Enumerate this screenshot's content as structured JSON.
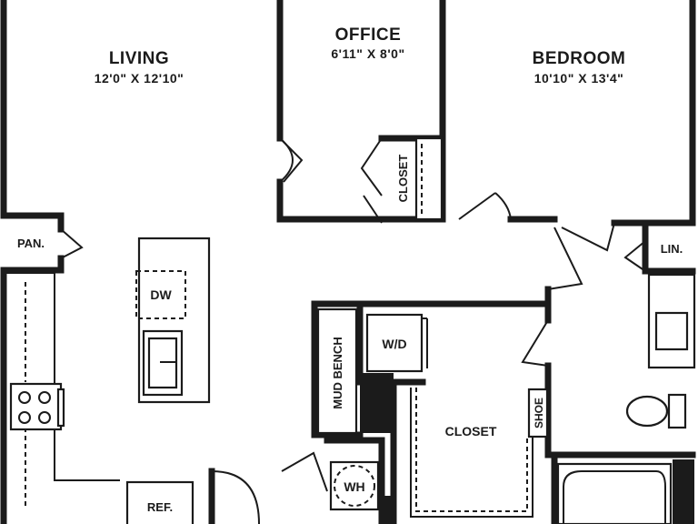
{
  "rooms": {
    "living": {
      "name": "LIVING",
      "dims": "12'0\" X 12'10\""
    },
    "office": {
      "name": "OFFICE",
      "dims": "6'11\" X 8'0\""
    },
    "bedroom": {
      "name": "BEDROOM",
      "dims": "10'10\" X 13'4\""
    }
  },
  "labels": {
    "office_closet": "CLOSET",
    "pantry": "PAN.",
    "linen": "LIN.",
    "dishwasher": "DW",
    "washer_dryer": "W/D",
    "mud_bench": "MUD BENCH",
    "shoe": "SHOE",
    "closet": "CLOSET",
    "water_heater": "WH",
    "refrigerator": "REF."
  }
}
